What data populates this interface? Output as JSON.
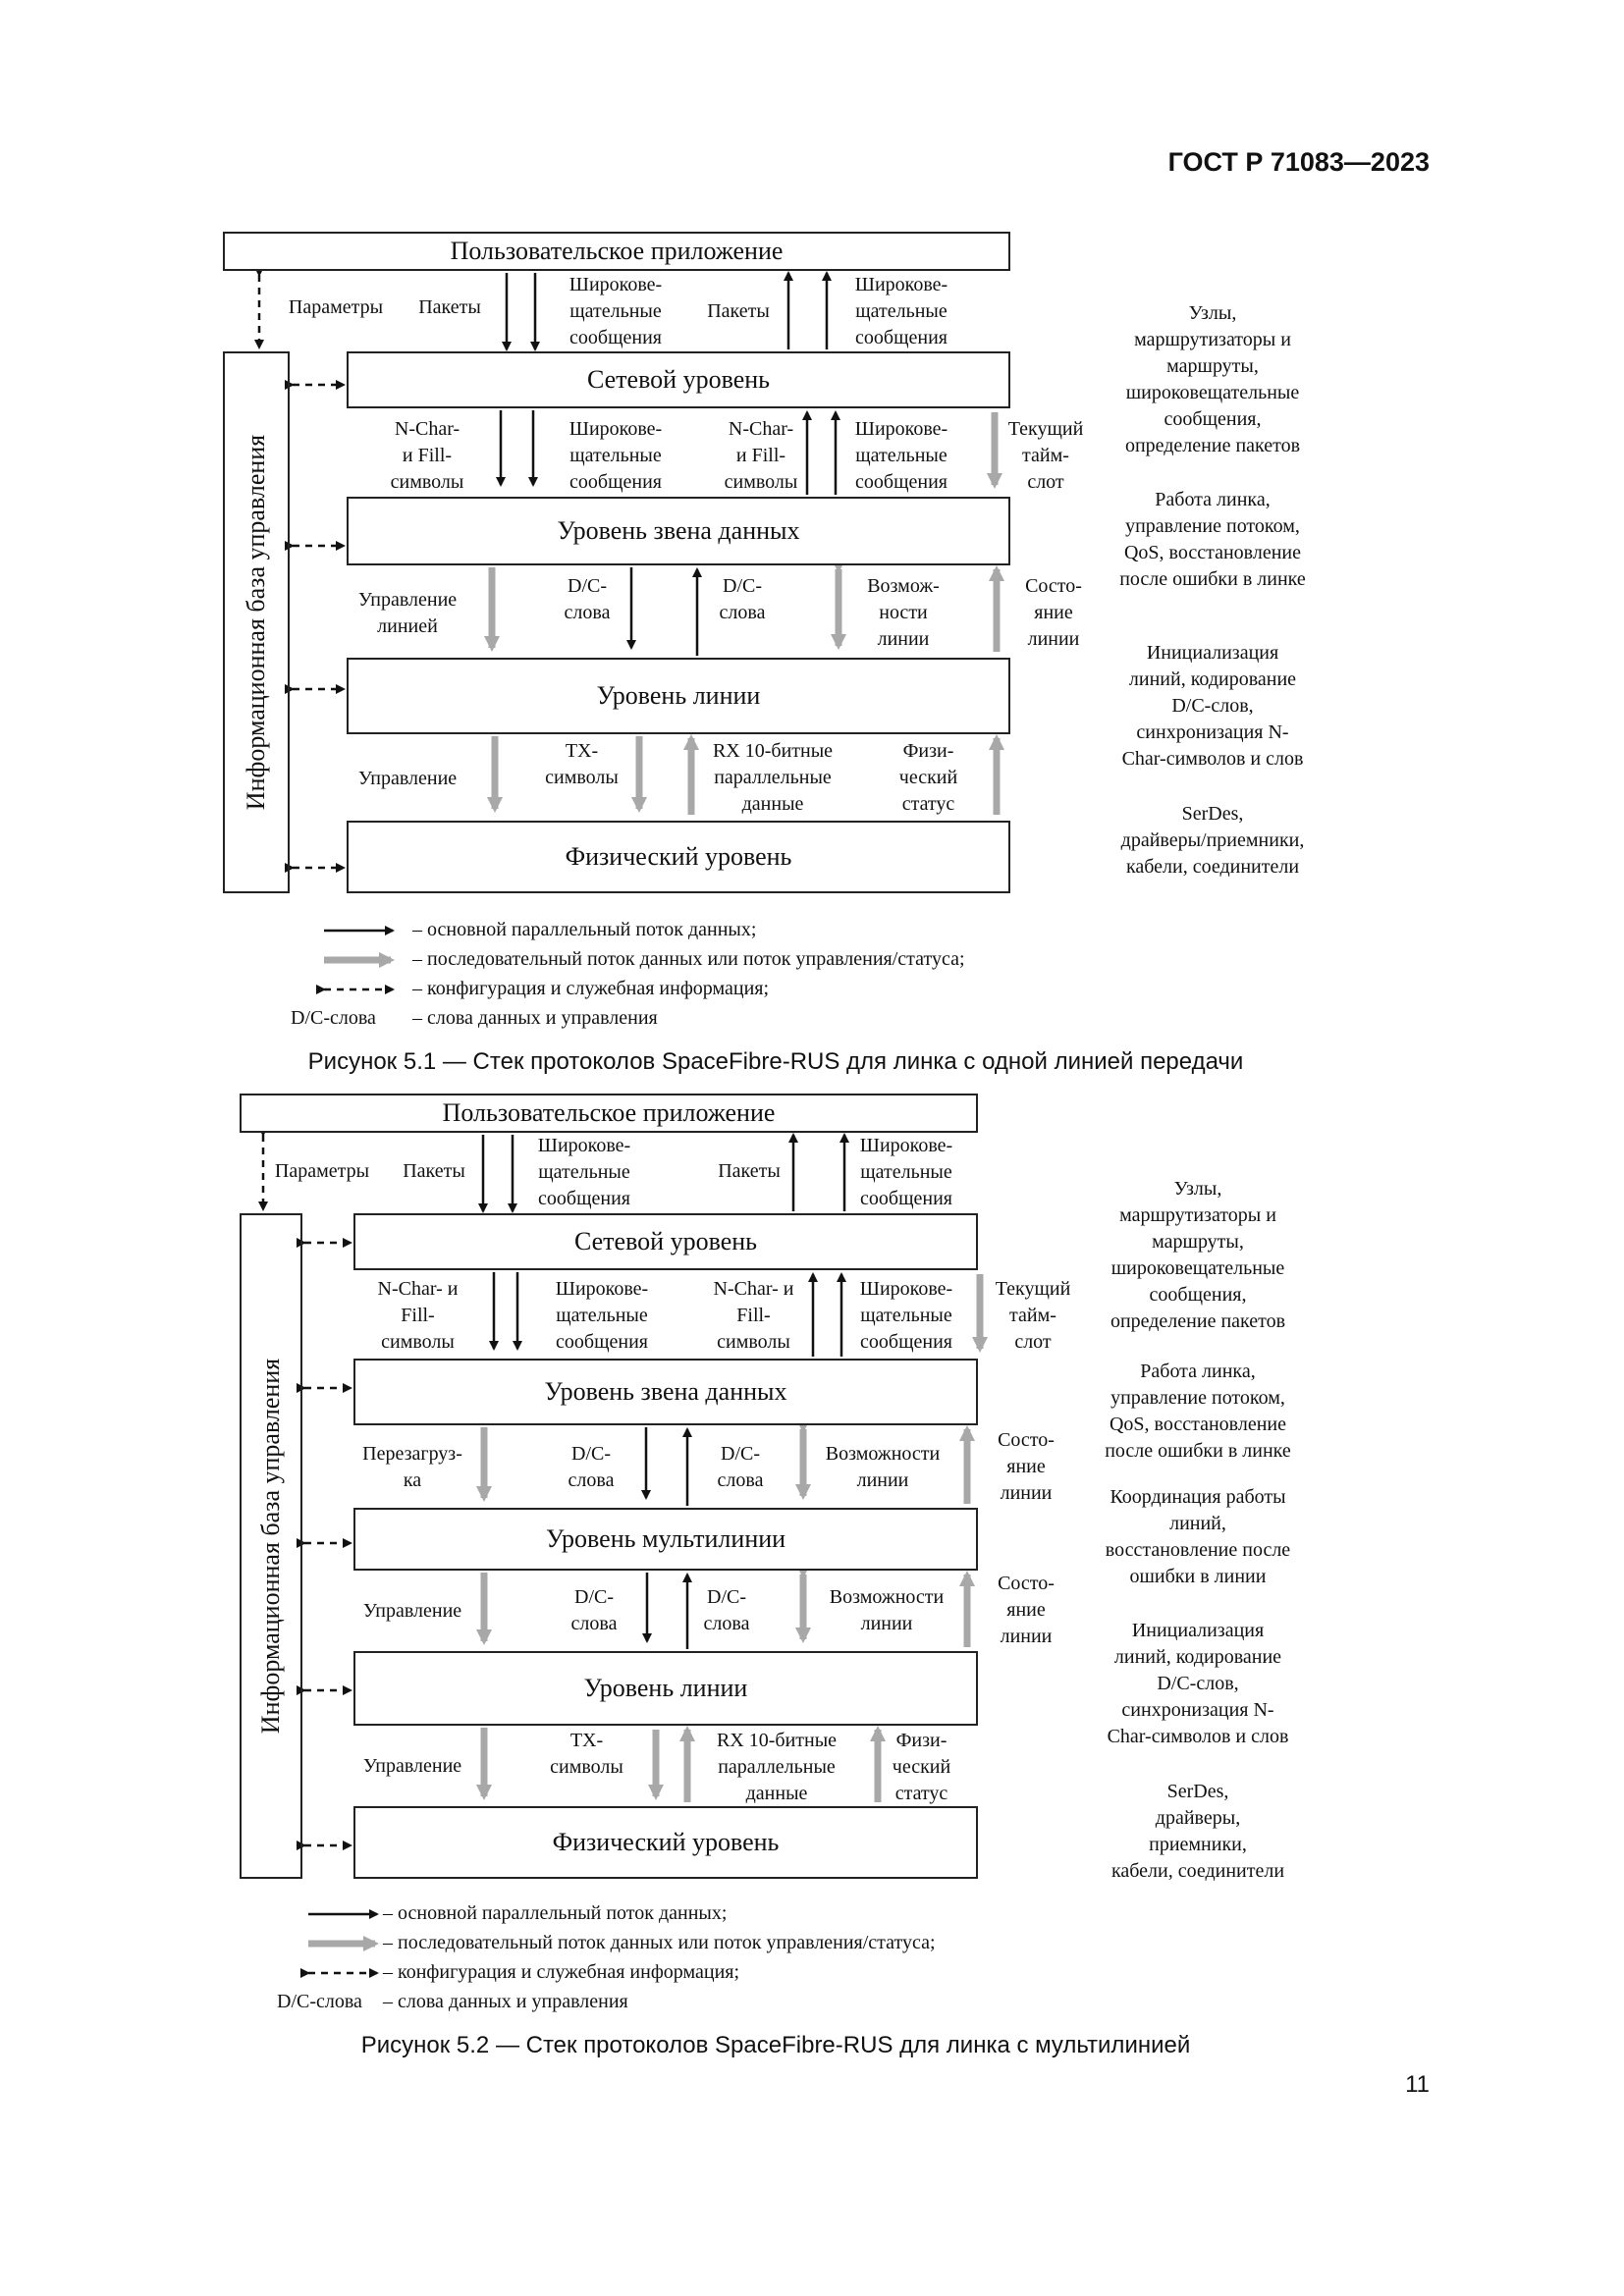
{
  "header": "ГОСТ Р 71083—2023",
  "page_number": "11",
  "figure1": {
    "caption": "Рисунок 5.1 — Стек протоколов SpaceFibre-RUS для линка с одной линией передачи",
    "side_label": "Информационная база управления",
    "layers": [
      "Пользовательское приложение",
      "Сетевой уровень",
      "Уровень звена данных",
      "Уровень линии",
      "Физический уровень"
    ],
    "labels": {
      "params": "Параметры",
      "packets1": "Пакеты",
      "broadcast1": "Широкове-\nщательные\nсообщения",
      "packets2": "Пакеты",
      "broadcast2": "Широкове-\nщательные\nсообщения",
      "nchar1": "N-Char-\nи Fill-\nсимволы",
      "broadcast3": "Широкове-\nщательные\nсообщения",
      "nchar2": "N-Char-\nи Fill-\nсимволы",
      "broadcast4": "Широкове-\nщательные\nсообщения",
      "timeslot": "Текущий\nтайм-\nслот",
      "linectl": "Управление\nлинией",
      "dc1": "D/C-\nслова",
      "dc2": "D/C-\nслова",
      "capab": "Возмож-\nности\nлинии",
      "state": "Состо-\nяние\nлинии",
      "ctl": "Управление",
      "tx": "TX-\nсимволы",
      "rx": "RX 10-битные\nпараллельные\nданные",
      "phys": "Физи-\nческий\nстатус"
    },
    "right": [
      "Узлы,\nмаршрутизаторы и\nмаршруты,\nшироковещательные\nсообщения,\nопределение пакетов",
      "Работа линка,\nуправление потоком,\nQoS, восстановление\nпосле ошибки в линке",
      "Инициализация\nлиний, кодирование\nD/C-слов,\nсинхронизация N-\nChar-символов и слов",
      "SerDes,\nдрайверы/приемники,\nкабели, соединители"
    ],
    "legend": {
      "solid": "– основной параллельный поток данных;",
      "gray": "– последовательный поток данных или поток управления/статуса;",
      "dashed": "– конфигурация и служебная информация;",
      "dc_key": "D/C-слова",
      "dc": "– слова данных и управления"
    }
  },
  "figure2": {
    "caption": "Рисунок 5.2 — Стек протоколов SpaceFibre-RUS для линка с мультилинией",
    "side_label": "Информационная база управления",
    "layers": [
      "Пользовательское приложение",
      "Сетевой уровень",
      "Уровень звена данных",
      "Уровень мультилинии",
      "Уровень линии",
      "Физический уровень"
    ],
    "labels": {
      "params": "Параметры",
      "packets1": "Пакеты",
      "broadcast1": "Широкове-\nщательные\nсообщения",
      "packets2": "Пакеты",
      "broadcast2": "Широкове-\nщательные\nсообщения",
      "nchar1": "N-Char- и\nFill-\nсимволы",
      "broadcast3": "Широкове-\nщательные\nсообщения",
      "nchar2": "N-Char- и\nFill-\nсимволы",
      "broadcast4": "Широкове-\nщательные\nсообщения",
      "timeslot": "Текущий\nтайм-\nслот",
      "reload": "Перезагруз-\nка",
      "dc1": "D/C-\nслова",
      "dc2": "D/C-\nслова",
      "capab1": "Возможности\nлинии",
      "state1": "Состо-\nяние\nлинии",
      "ctl1": "Управление",
      "dc3": "D/C-\nслова",
      "dc4": "D/C-\nслова",
      "capab2": "Возможности\nлинии",
      "state2": "Состо-\nяние\nлинии",
      "ctl2": "Управление",
      "tx": "TX-\nсимволы",
      "rx": "RX 10-битные\nпараллельные\nданные",
      "phys": "Физи-\nческий\nстатус"
    },
    "right": [
      "Узлы,\nмаршрутизаторы и\nмаршруты,\nшироковещательные\nсообщения,\nопределение пакетов",
      "Работа линка,\nуправление потоком,\nQoS, восстановление\nпосле ошибки в линке",
      "Координация работы\nлиний,\nвосстановление после\nошибки в линии",
      "Инициализация\nлиний, кодирование\nD/C-слов,\nсинхронизация N-\nChar-символов и слов",
      "SerDes,\nдрайверы,\nприемники,\nкабели, соединители"
    ],
    "legend": {
      "solid": "– основной параллельный поток данных;",
      "gray": "– последовательный поток данных или поток управления/статуса;",
      "dashed": "– конфигурация и служебная информация;",
      "dc_key": "D/C-слова",
      "dc": "– слова данных и управления"
    }
  }
}
